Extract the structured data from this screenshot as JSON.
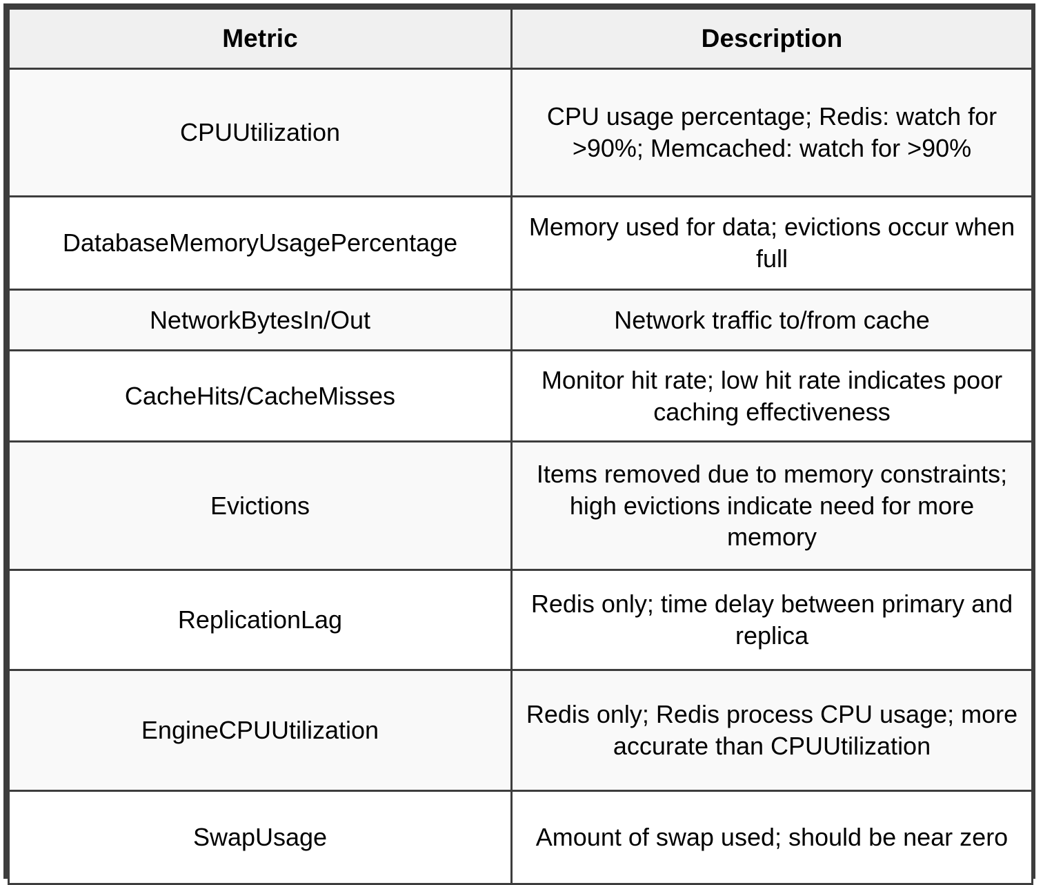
{
  "table": {
    "columns": [
      {
        "key": "metric",
        "label": "Metric"
      },
      {
        "key": "description",
        "label": "Description"
      }
    ],
    "style": {
      "border_color": "#3d3d3d",
      "header_background": "#f0f0f0",
      "row_background_odd": "#f9f9f9",
      "row_background_even": "#ffffff",
      "text_color": "#000000"
    },
    "rows": [
      {
        "metric": "CPUUtilization",
        "description": "CPU usage percentage; Redis: watch for >90%; Memcached: watch for >90%"
      },
      {
        "metric": "DatabaseMemoryUsagePercentage",
        "description": "Memory used for data; evictions occur when full"
      },
      {
        "metric": "NetworkBytesIn/Out",
        "description": "Network traffic to/from cache"
      },
      {
        "metric": "CacheHits/CacheMisses",
        "description": "Monitor hit rate; low hit rate indicates poor caching effectiveness"
      },
      {
        "metric": "Evictions",
        "description": "Items removed due to memory constraints; high evictions indicate need for more memory"
      },
      {
        "metric": "ReplicationLag",
        "description": "Redis only; time delay between primary and replica"
      },
      {
        "metric": "EngineCPUUtilization",
        "description": "Redis only; Redis process CPU usage; more accurate than CPUUtilization"
      },
      {
        "metric": "SwapUsage",
        "description": "Amount of swap used; should be near zero"
      }
    ]
  }
}
